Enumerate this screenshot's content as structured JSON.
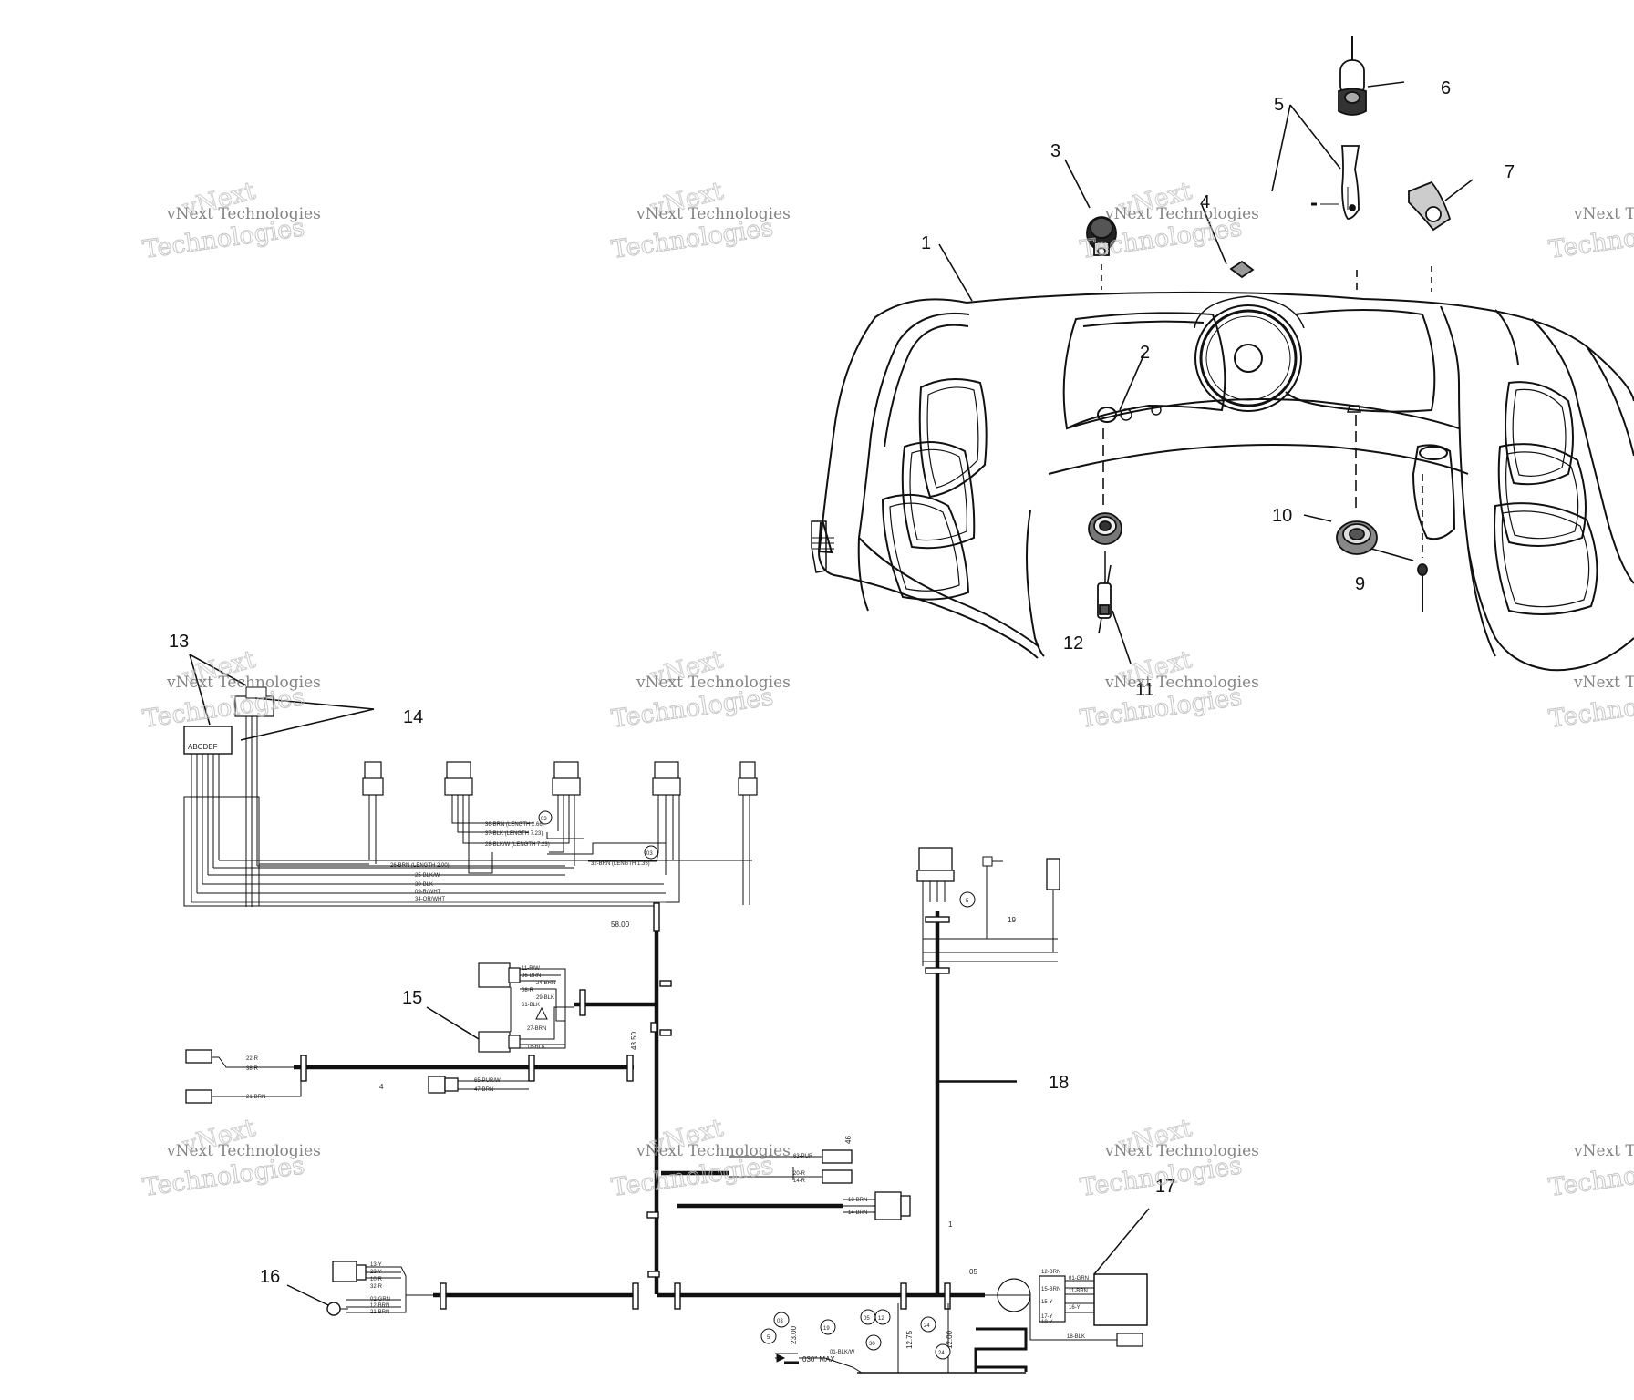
{
  "callouts": {
    "c1": "1",
    "c2": "2",
    "c3": "3",
    "c4": "4",
    "c5": "5",
    "c6": "6",
    "c7": "7",
    "c9": "9",
    "c10": "10",
    "c11": "11",
    "c12": "12",
    "c13": "13",
    "c14": "14",
    "c15": "15",
    "c16": "16",
    "c17": "17",
    "c18": "18"
  },
  "watermark": {
    "line1": "vNext Technologies",
    "line2": "Technologies",
    "line3": "vNext"
  },
  "harness": {
    "dim_58": "58.00",
    "dim_48": "48.50",
    "dim_23": "23.00",
    "dim_12_75": "12.75",
    "dim_12_00": "12.00",
    "len_4": "4",
    "len_19": "19",
    "len_05": "05",
    "len_46": "46",
    "len_1": "1",
    "max_note": "030\" MAX",
    "conn_letters": "ABCDEF",
    "bubble_03": "03",
    "bubble_5": "5",
    "bubble_19": "19",
    "bubble_30": "30",
    "bubble_12": "12",
    "bubble_05": "05",
    "bubble_24": "24",
    "w_top1": "36-BRN (LENGTH 2.66)",
    "w_top2": "37-BLK (LENGTH 7.23)",
    "w_top3": "28-BLK/W (LENGTH 7.23)",
    "w_top4": "32-BRN (LENGTH 1.35)",
    "w_top5": "26-BRN (LENGTH 2.00)",
    "w_bus1": "25-BLK/W",
    "w_bus2": "30-BLK",
    "w_bus3": "09-R/WHT",
    "w_bus4": "34-OR/WHT",
    "w_15a": "11-R/W",
    "w_15b": "36-BRN",
    "w_15c": "24-BRN",
    "w_15d": "08-R",
    "w_15e": "29-BLK",
    "w_15f": "61-BLK",
    "w_15g": "27-BRN",
    "w_15h": "18-BLK",
    "w_left1": "22-R",
    "w_left2": "38-R",
    "w_left3": "21-BRN",
    "w_mid1": "65-PUR/W",
    "w_mid2": "47-BRN",
    "w_46a": "63-PUR",
    "w_46b": "20-R",
    "w_46c": "14-R",
    "w_46d": "13-BRN",
    "w_46e": "14-BRN",
    "w_16a": "13-Y",
    "w_16b": "23-Y",
    "w_16c": "10-R",
    "w_16d": "32-R",
    "w_16e": "02-GRN",
    "w_16f": "12-BRN",
    "w_16g": "21-BRN",
    "w_17a": "12-BRN",
    "w_17b": "01-GRN",
    "w_17c": "15-BRN",
    "w_17d": "11-BRN",
    "w_17e": "15-Y",
    "w_17f": "16-Y",
    "w_17g": "17-Y",
    "w_17h": "18-Y",
    "w_17i": "18-BLK",
    "w_bot": "01-BLK/W"
  }
}
